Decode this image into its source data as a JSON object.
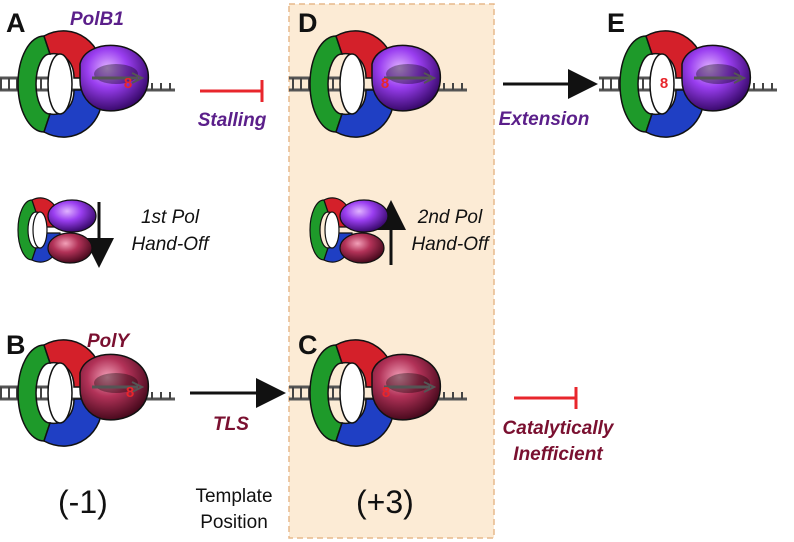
{
  "panels": {
    "A": {
      "letter": "A",
      "enzyme": "PolB1"
    },
    "B": {
      "letter": "B",
      "enzyme": "PolY"
    },
    "C": {
      "letter": "C"
    },
    "D": {
      "letter": "D"
    },
    "E": {
      "letter": "E"
    }
  },
  "arrows": {
    "stalling": "Stalling",
    "extension": "Extension",
    "tls": "TLS",
    "catalytic": [
      "Catalytically",
      "Inefficient"
    ]
  },
  "handoffs": {
    "first": [
      "1st Pol",
      "Hand-Off"
    ],
    "second": [
      "2nd Pol",
      "Hand-Off"
    ]
  },
  "positions": {
    "minus": "(-1)",
    "plus": "(+3)",
    "caption": [
      "Template",
      "Position"
    ]
  },
  "lesion_mark": "8",
  "colors": {
    "polb1": "#5b1f8a",
    "poly": "#7a1030",
    "inhibit": "#e8262c",
    "highlight": "#fcebd5",
    "clamp_green": "#1e9a2a",
    "clamp_red": "#d4202a",
    "clamp_blue": "#1f3fc4"
  }
}
